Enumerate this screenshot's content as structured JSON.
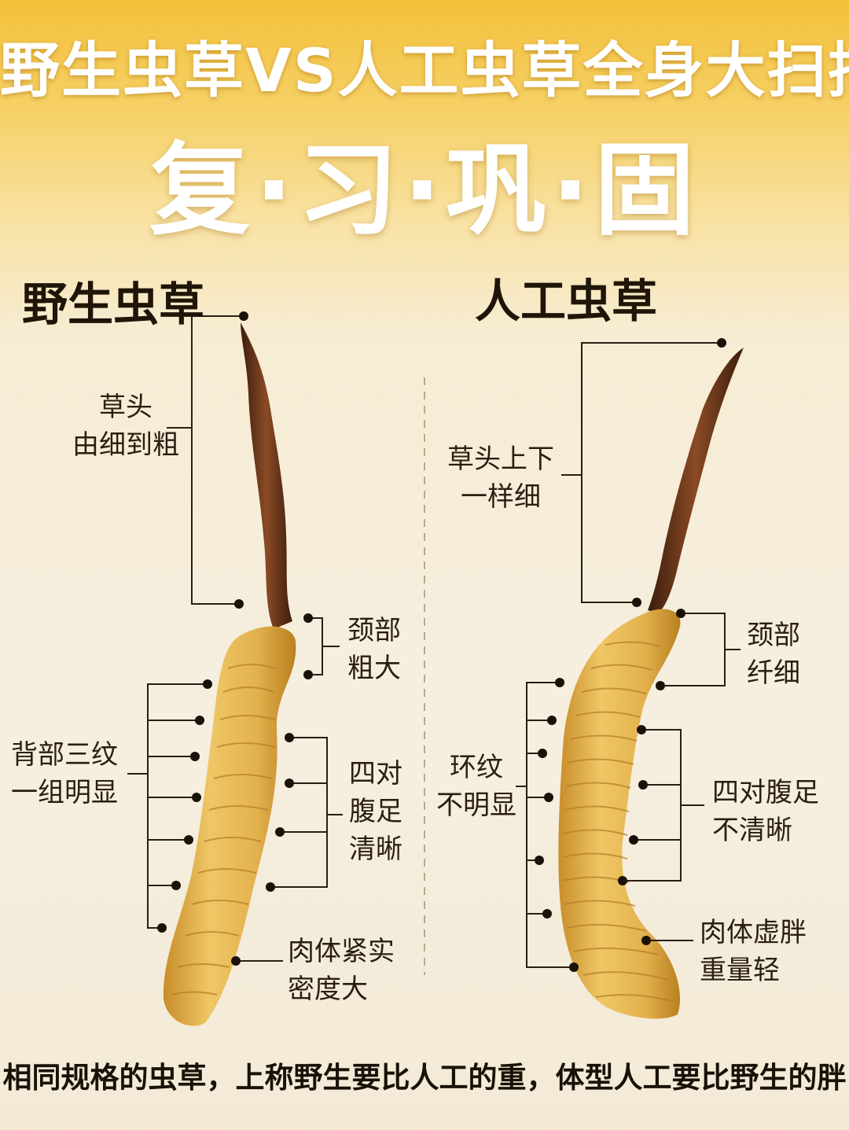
{
  "header": {
    "title": "野生虫草VS人工虫草全身大扫描",
    "subtitle": "复·习·巩·固"
  },
  "wild": {
    "heading": "野生虫草",
    "labels": {
      "head_line1": "草头",
      "head_line2": "由细到粗",
      "neck_line1": "颈部",
      "neck_line2": "粗大",
      "back_line1": "背部三纹",
      "back_line2": "一组明显",
      "legs_line1": "四对",
      "legs_line2": "腹足",
      "legs_line3": "清晰",
      "body_line1": "肉体紧实",
      "body_line2": "密度大"
    }
  },
  "artificial": {
    "heading": "人工虫草",
    "labels": {
      "head_line1": "草头上下",
      "head_line2": "一样细",
      "neck_line1": "颈部",
      "neck_line2": "纤细",
      "rings_line1": "环纹",
      "rings_line2": "不明显",
      "legs_line1": "四对腹足",
      "legs_line2": "不清晰",
      "body_line1": "肉体虚胖",
      "body_line2": "重量轻"
    }
  },
  "footer": {
    "note": "相同规格的虫草，上称野生要比人工的重，体型人工要比野生的胖"
  },
  "colors": {
    "banner": "#f3c13a",
    "specimen_body": "#e2b34e",
    "specimen_stalk": "#5a2c14",
    "line": "#2a1e12"
  }
}
